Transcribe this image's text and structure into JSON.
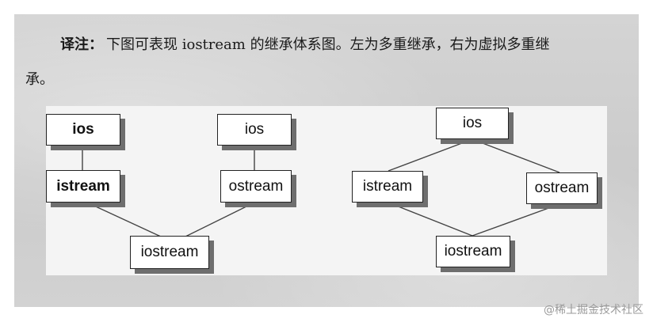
{
  "note": {
    "label": "译注：",
    "line1": "下图可表现 iostream 的继承体系图。左为多重继承，右为虚拟多重继",
    "line2": "承。"
  },
  "left_diagram": {
    "ios_left": "ios",
    "ios_right": "ios",
    "istream": "istream",
    "ostream": "ostream",
    "iostream": "iostream"
  },
  "right_diagram": {
    "ios": "ios",
    "istream": "istream",
    "ostream": "ostream",
    "iostream": "iostream"
  },
  "watermark": "@稀土掘金技术社区"
}
